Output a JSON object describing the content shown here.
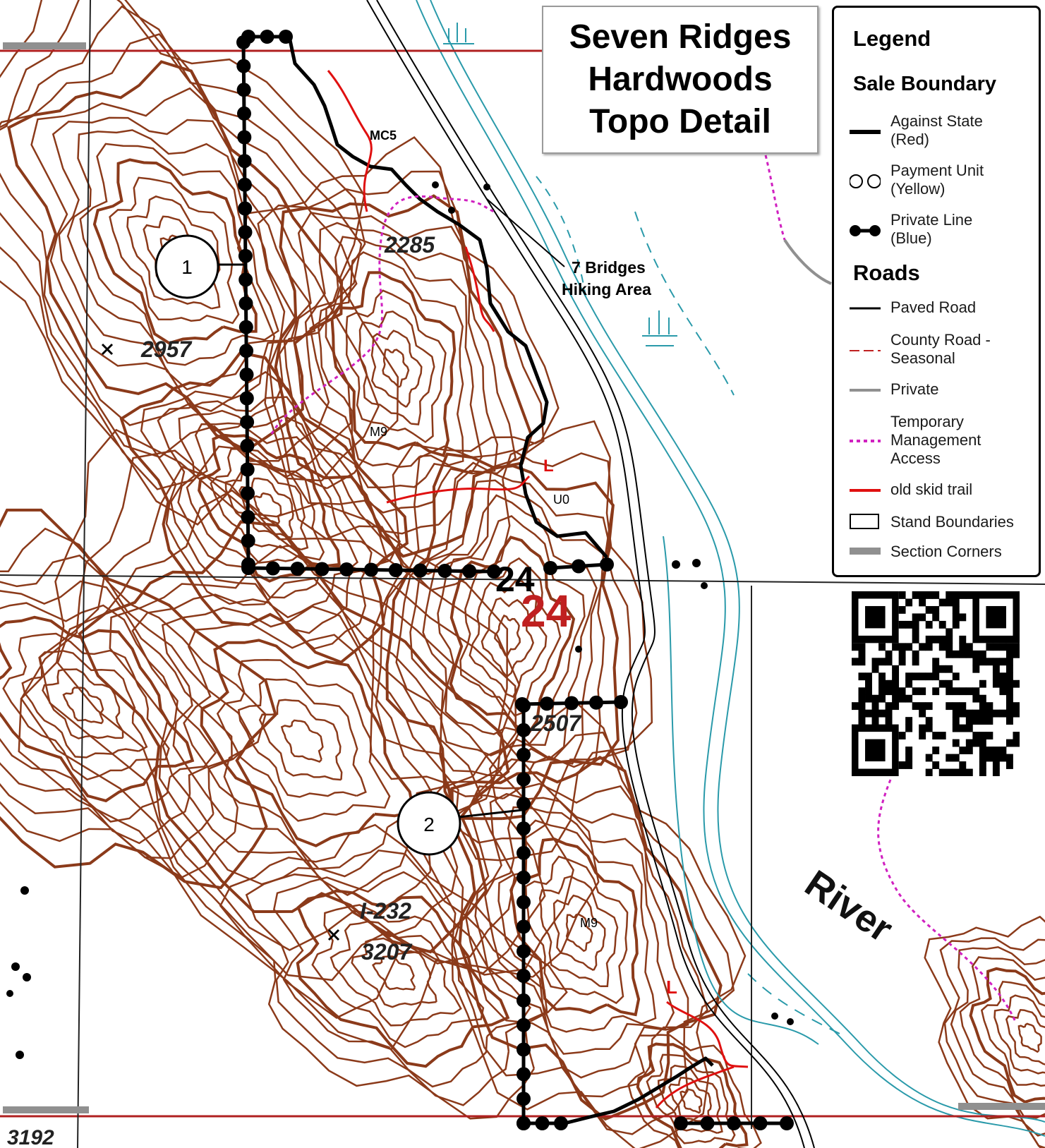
{
  "title": {
    "lines": [
      "Seven Ridges",
      "Hardwoods",
      "Topo Detail"
    ]
  },
  "legend": {
    "heading": "Legend",
    "sale_boundary_heading": "Sale Boundary",
    "sale_boundary_items": [
      {
        "label_1": "Against State",
        "label_2": "(Red)",
        "icon": "thick-black-line"
      },
      {
        "label_1": "Payment Unit",
        "label_2": "(Yellow)",
        "icon": "open-circles"
      },
      {
        "label_1": "Private Line",
        "label_2": "(Blue)",
        "icon": "dotted-black-line"
      }
    ],
    "roads_heading": "Roads",
    "roads_items": [
      {
        "label_1": "Paved Road",
        "label_2": "",
        "label_3": "",
        "icon": "thin-black-line"
      },
      {
        "label_1": "County Road -",
        "label_2": "Seasonal",
        "label_3": "",
        "icon": "red-dashed-line"
      },
      {
        "label_1": "Private",
        "label_2": "",
        "label_3": "",
        "icon": "gray-line"
      },
      {
        "label_1": "Temporary",
        "label_2": "Management",
        "label_3": "Access",
        "icon": "magenta-dotted-line"
      },
      {
        "label_1": "old skid trail",
        "label_2": "",
        "label_3": "",
        "icon": "red-line"
      },
      {
        "label_1": "Stand Boundaries",
        "label_2": "",
        "label_3": "",
        "icon": "open-rectangle"
      },
      {
        "label_1": "Section Corners",
        "label_2": "",
        "label_3": "",
        "icon": "gray-bar"
      }
    ]
  },
  "map": {
    "stand_1": "1",
    "stand_2": "2",
    "label_mc5": "MC5",
    "label_m9_top": "M9",
    "label_u0": "U0",
    "label_m9_bottom": "M9",
    "label_2285": "2285",
    "label_2957": "2957",
    "label_2507": "2507",
    "label_3207": "3207",
    "label_i232": "I-232",
    "label_3192": "3192",
    "label_landing_1": "L",
    "label_landing_2": "L",
    "section_black": "24",
    "section_red": "24",
    "river": "River",
    "hiking_area_1": "7 Bridges",
    "hiking_area_2": "Hiking Area"
  },
  "colors": {
    "contour": "#8b3a1a",
    "water": "#2a9aaa",
    "boundary_black": "#000000",
    "skid_trail": "#e01010",
    "access": "#d020c0",
    "section_line_red": "#b02020",
    "section_corner": "#909090"
  }
}
